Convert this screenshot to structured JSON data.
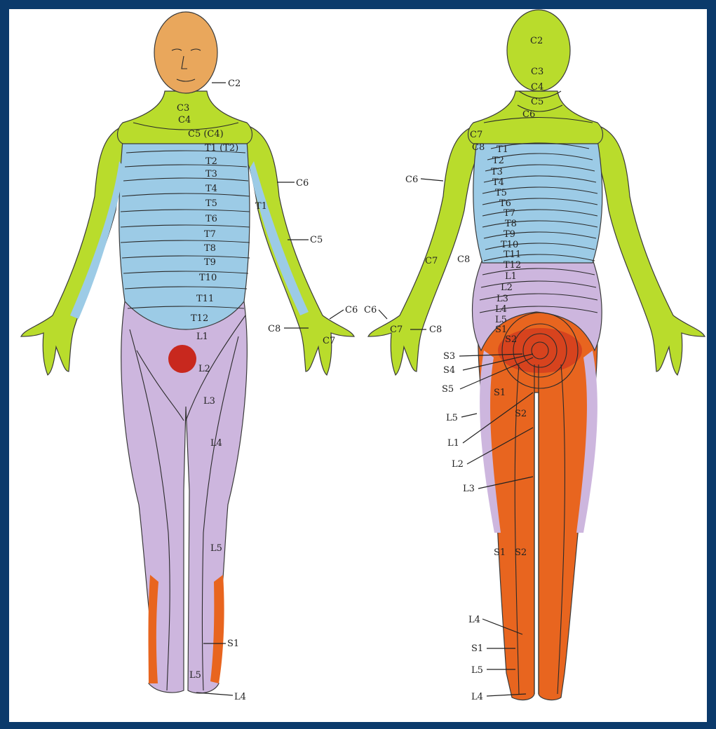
{
  "front_labels": {
    "c2": "C2",
    "c3": "C3",
    "c4": "C4",
    "c5c4": "C5 (C4)",
    "t1t2": "T1 (T2)",
    "t2": "T2",
    "t3": "T3",
    "t4": "T4",
    "t5": "T5",
    "t6": "T6",
    "t7": "T7",
    "t8": "T8",
    "t9": "T9",
    "t10": "T10",
    "t11": "T11",
    "t12": "T12",
    "t1_arm": "T1",
    "c6_upper": "C6",
    "c5_arm": "C5",
    "c6_hand": "C6",
    "c8_hand": "C8",
    "c7_hand": "C7",
    "l1": "L1",
    "l2": "L2",
    "l3": "L3",
    "l4": "L4",
    "l5": "L5",
    "s1": "S1",
    "l5_foot": "L5",
    "l4_foot": "L4"
  },
  "back_labels": {
    "c2": "C2",
    "c3": "C3",
    "c4": "C4",
    "c5": "C5",
    "c6": "C6",
    "c7": "C7",
    "c8": "C8",
    "t1": "T1",
    "t2": "T2",
    "t3": "T3",
    "t4": "T4",
    "t5": "T5",
    "t6": "T6",
    "t7": "T7",
    "t8": "T8",
    "t9": "T9",
    "t10": "T10",
    "t11": "T11",
    "t12": "T12",
    "l1": "L1",
    "l2": "L2",
    "l3": "L3",
    "l4": "L4",
    "l5": "L5",
    "s1": "S1",
    "s2": "S2",
    "c6_arm": "C6",
    "c7_arm": "C7",
    "c8_arm": "C8",
    "c6_hand": "C6",
    "c7_hand": "C7",
    "c8_hand": "C8",
    "s3": "S3",
    "s4": "S4",
    "s5": "S5",
    "s1_buttock": "S1",
    "s2_thigh": "S2",
    "l5_side": "L5",
    "l1_side": "L1",
    "l2_side": "L2",
    "l3_side": "L3",
    "s1_calf": "S1",
    "s2_calf": "S2",
    "l4_ankle": "L4",
    "s1_ankle": "S1",
    "l5_ankle": "L5",
    "l4_foot": "L4"
  },
  "colors": {
    "border": "#0b3a6b",
    "cervical": "#b9dc2c",
    "thoracic": "#9ccbe6",
    "lumbar": "#cdb6de",
    "sacral": "#e8651f",
    "skin": "#e9a75c",
    "perineum": "#c8281e"
  }
}
